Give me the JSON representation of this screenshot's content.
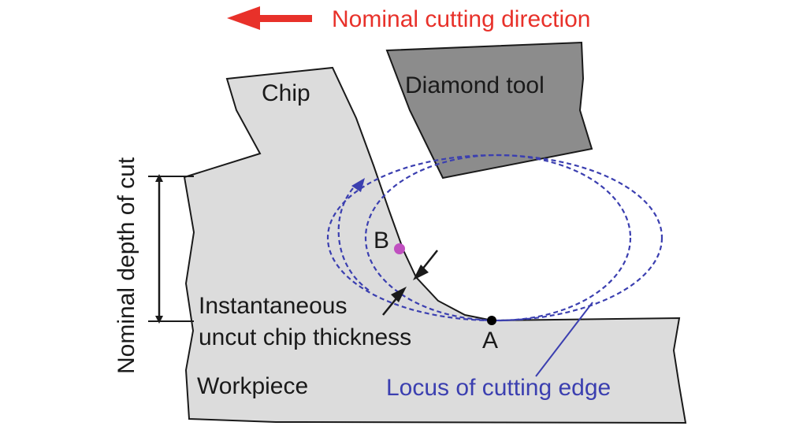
{
  "title": "Nominal cutting direction",
  "labels": {
    "chip": "Chip",
    "tool": "Diamond tool",
    "depth": "Nominal depth of cut",
    "thickness_line1": "Instantaneous",
    "thickness_line2": "uncut chip thickness",
    "point_a": "A",
    "point_b": "B",
    "workpiece": "Workpiece",
    "locus": "Locus of cutting edge"
  },
  "colors": {
    "direction": "#e8312a",
    "locus": "#3b3fb0",
    "workpiece_fill": "#dcdcdc",
    "tool_fill": "#8c8c8c",
    "point_b": "#c050c0",
    "outline": "#1a1a1a"
  }
}
